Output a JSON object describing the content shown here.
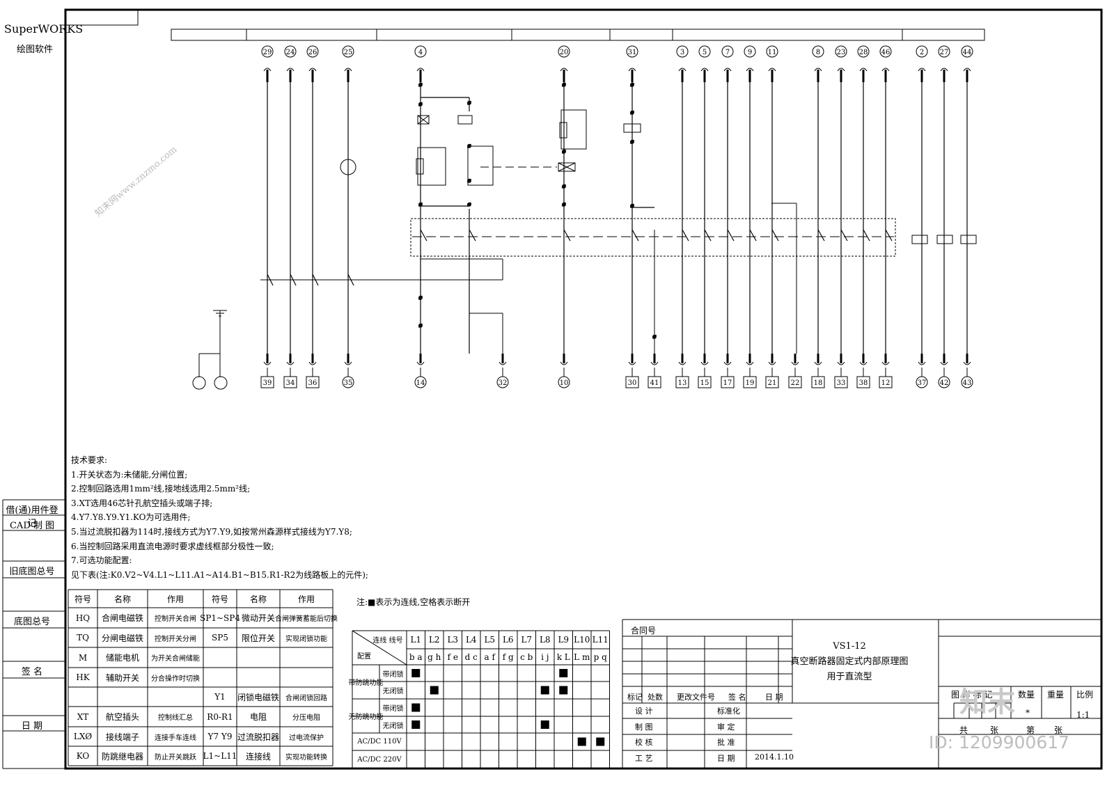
{
  "software": {
    "name": "SuperWORKS",
    "subtitle": "绘图软件"
  },
  "sidebar": {
    "labels": [
      "借(通)用件登记",
      "CAD 制 图",
      "旧底图总号",
      "底图总号",
      "签 名",
      "日 期"
    ]
  },
  "terminals": {
    "top": [
      "29",
      "24",
      "26",
      "25",
      "4",
      "20",
      "31",
      "3",
      "5",
      "7",
      "9",
      "11",
      "8",
      "23",
      "28",
      "46",
      "2",
      "27",
      "44"
    ],
    "bottom": [
      "39",
      "34",
      "36",
      "35",
      "14",
      "32",
      "10",
      "30",
      "41",
      "13",
      "15",
      "17",
      "19",
      "21",
      "22",
      "18",
      "33",
      "38",
      "12",
      "37",
      "42",
      "43"
    ]
  },
  "notes": {
    "title": "技术要求:",
    "lines": [
      "1.开关状态为:未储能,分闸位置;",
      "2.控制回路选用1mm²线,接地线选用2.5mm²线;",
      "3.XT选用46芯针孔航空插头或端子排;",
      "4.Y7.Y8.Y9.Y1.KO为可选用件;",
      "5.当过流脱扣器为114时,接线方式为Y7.Y9,如按常州森源样式接线为Y7.Y8;",
      "6.当控制回路采用直流电源时要求虚线框部分极性一致;",
      "7.可选功能配置:",
      "  见下表(注:K0.V2~V4.L1~L11.A1~A14.B1~B15.R1-R2为线路板上的元件);"
    ]
  },
  "symbol_table": {
    "headers": [
      "符号",
      "名称",
      "作用",
      "符号",
      "名称",
      "作用"
    ],
    "rows": [
      [
        "HQ",
        "合闸电磁铁",
        "控制开关合闸",
        "SP1~SP4",
        "微动开关",
        "合闸弹簧蓄能后切换"
      ],
      [
        "TQ",
        "分闸电磁铁",
        "控制开关分闸",
        "SP5",
        "限位开关",
        "实现闭锁功能"
      ],
      [
        "M",
        "储能电机",
        "为开关合闸储能",
        "",
        "",
        ""
      ],
      [
        "HK",
        "辅助开关",
        "分合操作时切换",
        "",
        "",
        ""
      ],
      [
        "",
        "",
        "",
        "Y1",
        "闭锁电磁铁",
        "合闸闭锁回路"
      ],
      [
        "XT",
        "航空插头",
        "控制线汇总",
        "R0-R1",
        "电阻",
        "分压电阻"
      ],
      [
        "LXØ",
        "接线端子",
        "连接手车连线",
        "Y7 Y9",
        "过流脱扣器",
        "过电流保护"
      ],
      [
        "KO",
        "防跳继电器",
        "防止开关跳跃",
        "L1~L11",
        "连接线",
        "实现功能转换"
      ]
    ]
  },
  "config_table": {
    "legend_note": "注:■表示为连线,空格表示断开",
    "corner_top": "连线 线号",
    "corner_bottom": "配置",
    "line_labels": [
      "L1",
      "L2",
      "L3",
      "L4",
      "L5",
      "L6",
      "L7",
      "L8",
      "L9",
      "L10",
      "L11"
    ],
    "sub_labels": [
      "b a",
      "g h",
      "f e",
      "d c",
      "a f",
      "f g",
      "c b",
      "i j",
      "k L",
      "L m",
      "p q"
    ],
    "groups": [
      "带防跳功能",
      "无防跳功能"
    ],
    "row_labels": [
      "带闭锁",
      "无闭锁",
      "带闭锁",
      "无闭锁",
      "AC/DC 110V",
      "AC/DC 220V"
    ],
    "filled": [
      [
        0,
        8
      ],
      [
        1,
        7,
        8
      ],
      [
        0
      ],
      [
        0,
        7
      ],
      [
        9,
        10
      ],
      []
    ]
  },
  "title_block": {
    "contract_label": "合同号",
    "drawing_title": [
      "VS1-12",
      "真空断路器固定式内部原理图",
      "用于直流型"
    ],
    "rev_headers": [
      "标记",
      "处数",
      "更改文件号",
      "签 名",
      "日 期"
    ],
    "roles": [
      "设 计",
      "制 图",
      "校 核",
      "工 艺"
    ],
    "approvals": [
      "标准化",
      "审 定",
      "批 准",
      "日 期"
    ],
    "date": "2014.1.10",
    "sample_headers": [
      "图 样 标 记",
      "数量",
      "重量",
      "比例"
    ],
    "scale": "1:1",
    "sheet": [
      "共",
      "张",
      "第",
      "张"
    ],
    "weight_mark": "*"
  },
  "watermark": {
    "text": "知末网www.znzmo.com",
    "brand": "知末",
    "id": "ID: 1209900617"
  }
}
